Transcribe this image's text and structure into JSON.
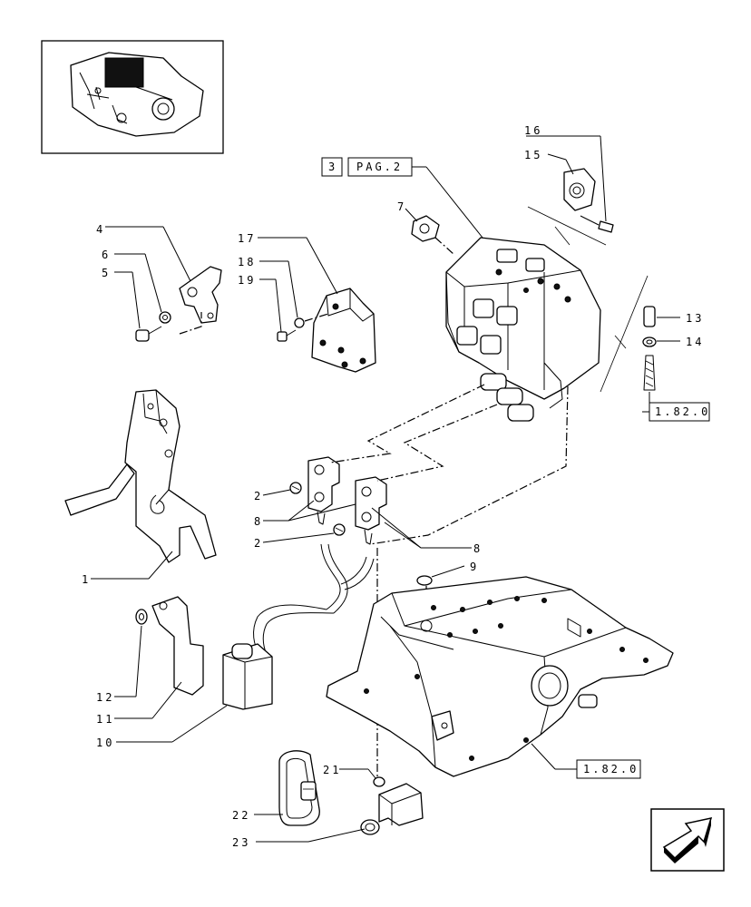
{
  "diagram": {
    "part_numbers": [
      "1",
      "2",
      "2",
      "4",
      "5",
      "6",
      "7",
      "8",
      "8",
      "9",
      "10",
      "11",
      "12",
      "13",
      "14",
      "15",
      "16",
      "17",
      "18",
      "19",
      "21",
      "22",
      "23"
    ],
    "references": {
      "ref_3": "3",
      "ref_pag2": "PAG.2",
      "ref_1820_upper": "1.82.0",
      "ref_1820_lower": "1.82.0"
    },
    "icons": {
      "thumbnail": "assembly-thumbnail-icon",
      "navigation": "next-page-arrow-icon"
    }
  }
}
